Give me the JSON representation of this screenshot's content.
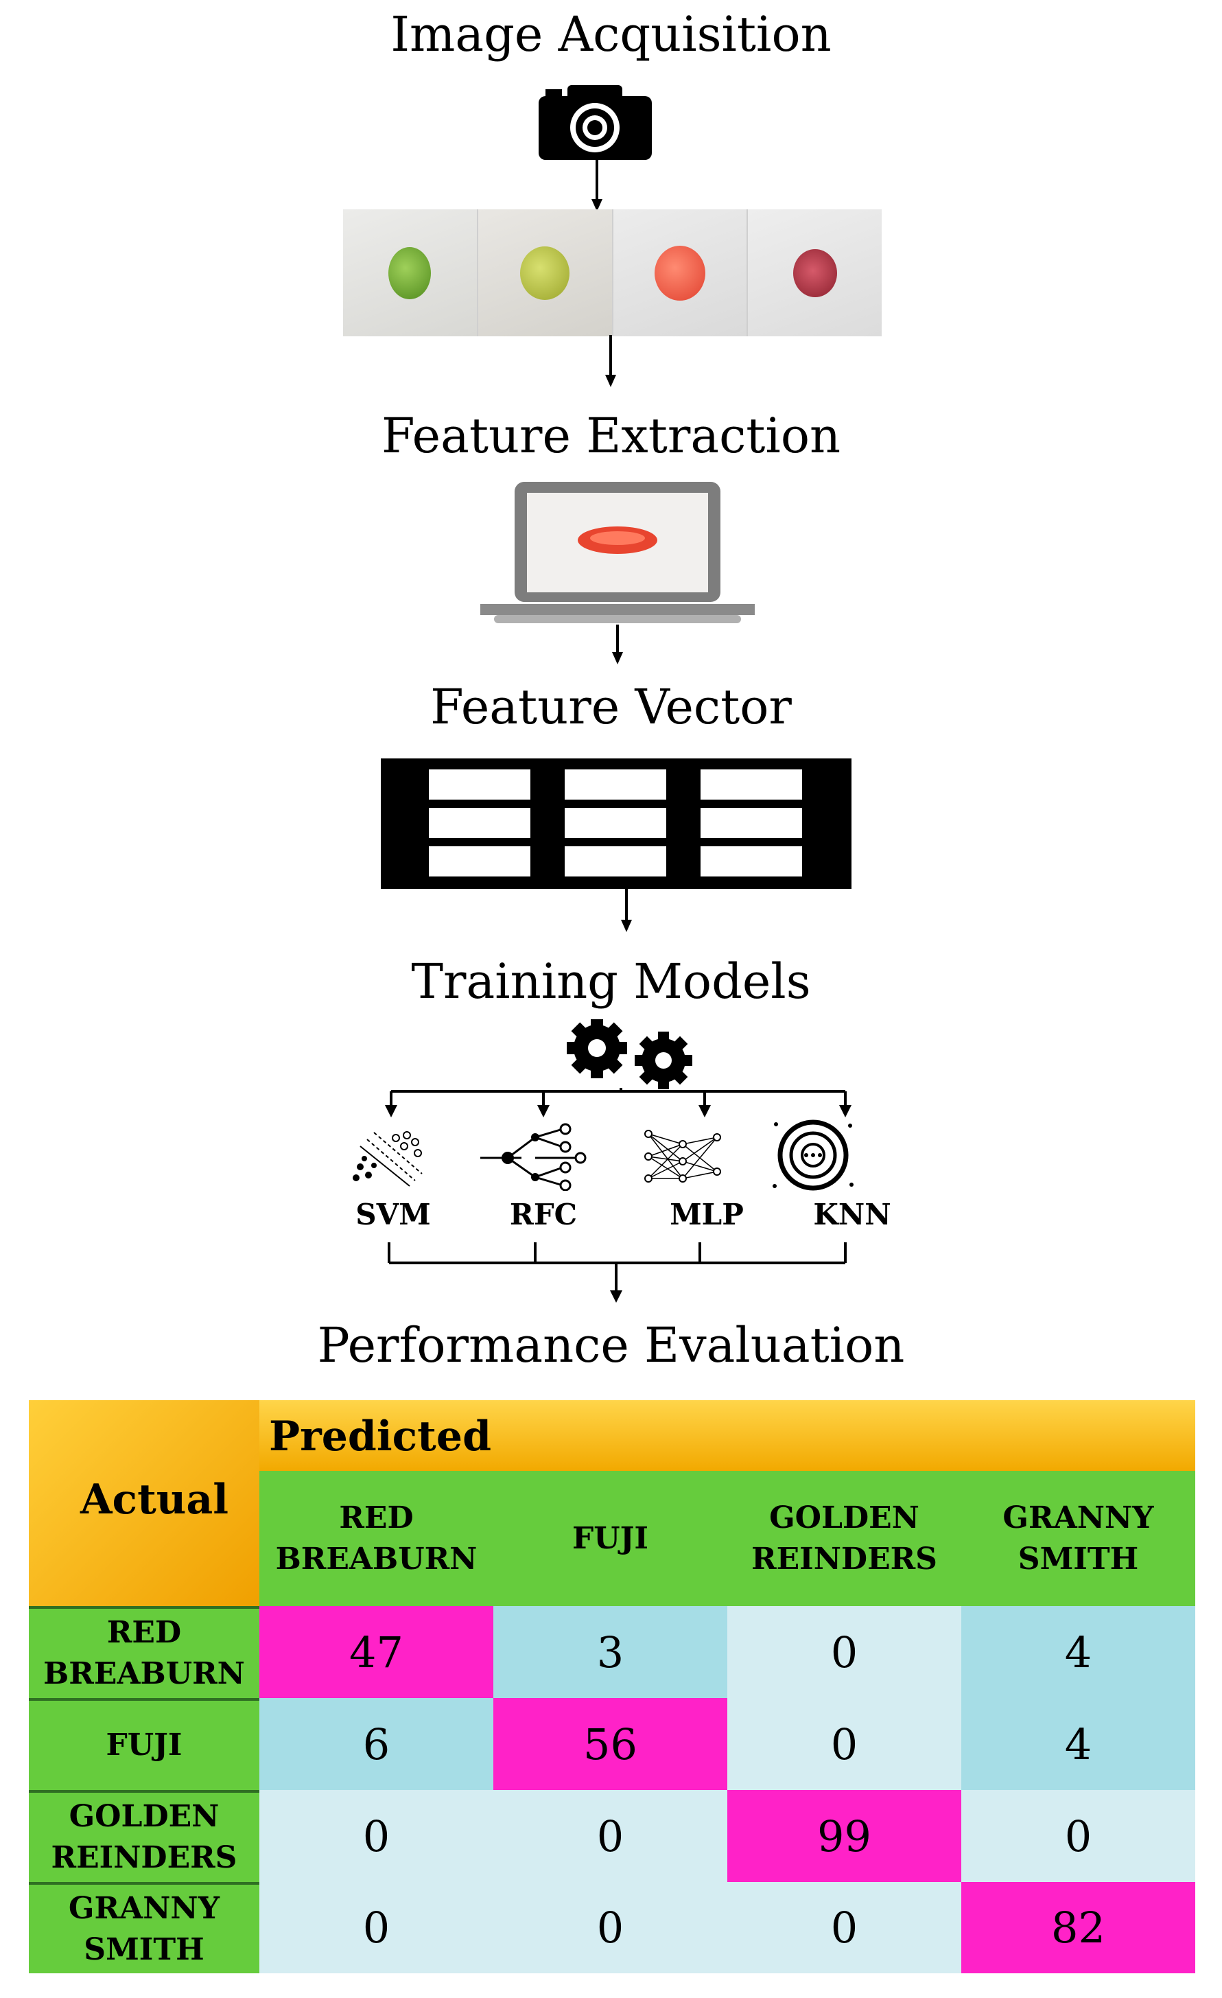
{
  "stages": {
    "acquisition": "Image Acquisition",
    "extraction": "Feature Extraction",
    "vector": "Feature Vector",
    "training": "Training Models",
    "evaluation": "Performance Evaluation"
  },
  "icons": {
    "camera": "camera-icon",
    "photos": "apple-photos",
    "laptop": "laptop-icon",
    "table": "feature-table-icon",
    "gears": "gears-icon"
  },
  "models": [
    "SVM",
    "RFC",
    "MLP",
    "KNN"
  ],
  "confusion_matrix": {
    "predicted_label": "Predicted",
    "actual_label": "Actual",
    "columns": [
      [
        "RED",
        "BREABURN"
      ],
      [
        "FUJI"
      ],
      [
        "GOLDEN",
        "REINDERS"
      ],
      [
        "GRANNY",
        "SMITH"
      ]
    ],
    "rows": [
      {
        "label": [
          "RED",
          "BREABURN"
        ],
        "values": [
          "47",
          "3",
          "0",
          "4"
        ]
      },
      {
        "label": [
          "FUJI"
        ],
        "values": [
          "6",
          "56",
          "0",
          "4"
        ]
      },
      {
        "label": [
          "GOLDEN",
          "REINDERS"
        ],
        "values": [
          "0",
          "0",
          "99",
          "0"
        ]
      },
      {
        "label": [
          "GRANNY",
          "SMITH"
        ],
        "values": [
          "0",
          "0",
          "0",
          "82"
        ]
      }
    ]
  },
  "colors": {
    "header_green": "#66cc3d",
    "predicted_orange": "#f2a900",
    "diagonal_magenta": "#ff22c8",
    "cell_blue": "#a6dde6",
    "cell_light": "#d5edf2"
  }
}
